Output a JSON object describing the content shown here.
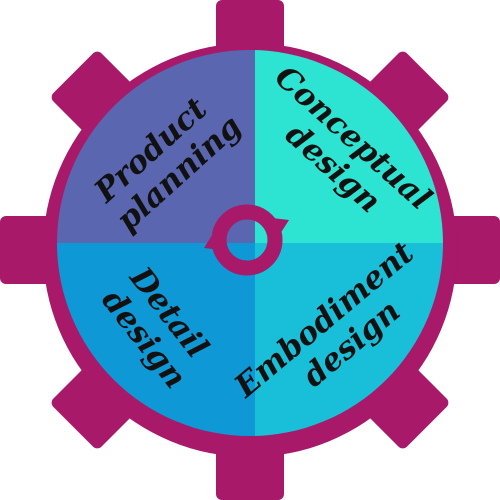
{
  "diagram": {
    "quadrants": [
      {
        "id": "top-left",
        "lines": [
          "Product",
          "planning"
        ],
        "color": "#5a67b0"
      },
      {
        "id": "top-right",
        "lines": [
          "Conceptual",
          "design"
        ],
        "color": "#2de3d2"
      },
      {
        "id": "bottom-left",
        "lines": [
          "Detail",
          "design"
        ],
        "color": "#0f98d6"
      },
      {
        "id": "bottom-right",
        "lines": [
          "Embodiment",
          "design"
        ],
        "color": "#19bfd9"
      }
    ]
  },
  "colors": {
    "gear": "#a8196a",
    "hub_ring": "#a8196a",
    "background": "#ffffff",
    "text": "#111111"
  },
  "icons": {
    "center": "cycle-arrow-icon"
  }
}
